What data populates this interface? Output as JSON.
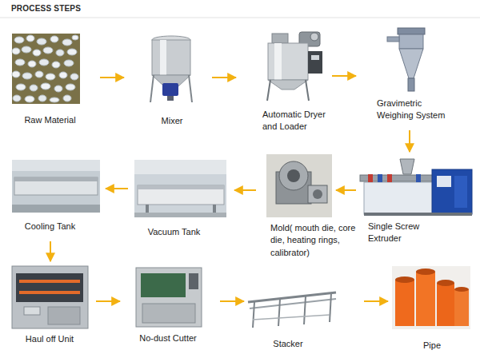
{
  "diagram": {
    "title": "PROCESS STEPS",
    "nodes": [
      {
        "text": [
          "Raw Material"
        ]
      },
      {
        "text": [
          "Mixer"
        ]
      },
      {
        "text": [
          "Automatic Dryer and Loader"
        ]
      },
      {
        "text": [
          "Gravimetric Weighing System"
        ]
      },
      {
        "text": [
          "Single Screw Extruder"
        ]
      },
      {
        "text": [
          "Mold( mouth die, core die, heating rings, calibrator)"
        ]
      },
      {
        "text": [
          "Vacuum Tank"
        ]
      },
      {
        "text": [
          "Cooling Tank"
        ]
      },
      {
        "text": [
          "Haul off Unit"
        ]
      },
      {
        "text": [
          "No-dust Cutter"
        ]
      },
      {
        "text": [
          "Stacker"
        ]
      },
      {
        "text": [
          "Pipe"
        ]
      }
    ],
    "edges": [
      {
        "from": 0,
        "to": 1,
        "arrow": "to"
      },
      {
        "from": 1,
        "to": 2,
        "arrow": "to"
      },
      {
        "from": 2,
        "to": 3,
        "arrow": "to"
      },
      {
        "from": 3,
        "to": 4,
        "arrow": "to"
      },
      {
        "from": 4,
        "to": 5,
        "arrow": "to"
      },
      {
        "from": 5,
        "to": 6,
        "arrow": "to"
      },
      {
        "from": 6,
        "to": 7,
        "arrow": "to"
      },
      {
        "from": 7,
        "to": 8,
        "arrow": "to"
      },
      {
        "from": 8,
        "to": 9,
        "arrow": "to"
      },
      {
        "from": 9,
        "to": 10,
        "arrow": "to"
      },
      {
        "from": 10,
        "to": 11,
        "arrow": "to"
      }
    ]
  }
}
